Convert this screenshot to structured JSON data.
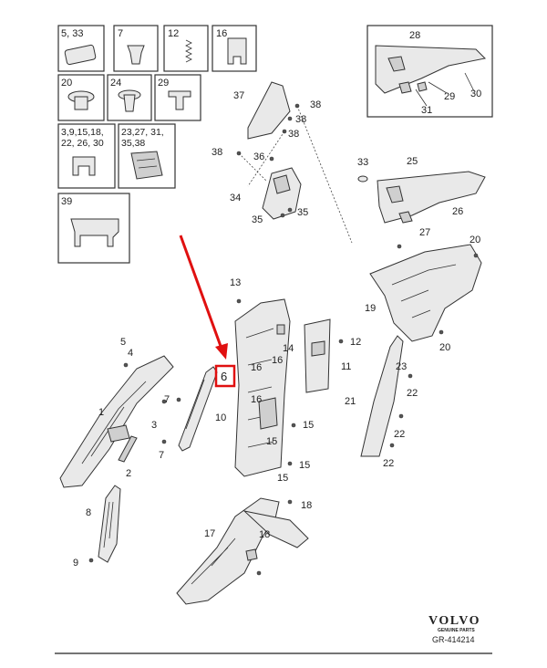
{
  "highlight_color": "#e01010",
  "highlighted_part": "6",
  "legend_boxes": [
    {
      "label": "5, 33"
    },
    {
      "label": "7"
    },
    {
      "label": "12"
    },
    {
      "label": "16"
    },
    {
      "label": "20"
    },
    {
      "label": "24"
    },
    {
      "label": "29"
    },
    {
      "label": "3,9,15,18,",
      "label2": "22, 26, 30"
    },
    {
      "label": "23,27, 31,",
      "label2": "35,38"
    },
    {
      "label": "39"
    }
  ],
  "callouts": {
    "n1": "1",
    "n2": "2",
    "n3": "3",
    "n4": "4",
    "n5": "5",
    "n6": "6",
    "n7a": "7",
    "n7b": "7",
    "n8": "8",
    "n9": "9",
    "n10": "10",
    "n11": "11",
    "n12": "12",
    "n13": "13",
    "n14": "14",
    "n15a": "15",
    "n15b": "15",
    "n15c": "15",
    "n15d": "15",
    "n16a": "16",
    "n16b": "16",
    "n16c": "16",
    "n17": "17",
    "n18a": "18",
    "n18b": "18",
    "n19": "19",
    "n20a": "20",
    "n20b": "20",
    "n21": "21",
    "n22a": "22",
    "n22b": "22",
    "n22c": "22",
    "n23": "23",
    "n25": "25",
    "n26": "26",
    "n27": "27",
    "n28": "28",
    "n29": "29",
    "n30": "30",
    "n31": "31",
    "n33": "33",
    "n34": "34",
    "n35a": "35",
    "n35b": "35",
    "n36": "36",
    "n37": "37",
    "n38a": "38",
    "n38b": "38",
    "n38c": "38",
    "n38d": "38"
  },
  "brand": {
    "name": "VOLVO",
    "sub": "GENUINE PARTS",
    "ref": "GR-414214"
  }
}
